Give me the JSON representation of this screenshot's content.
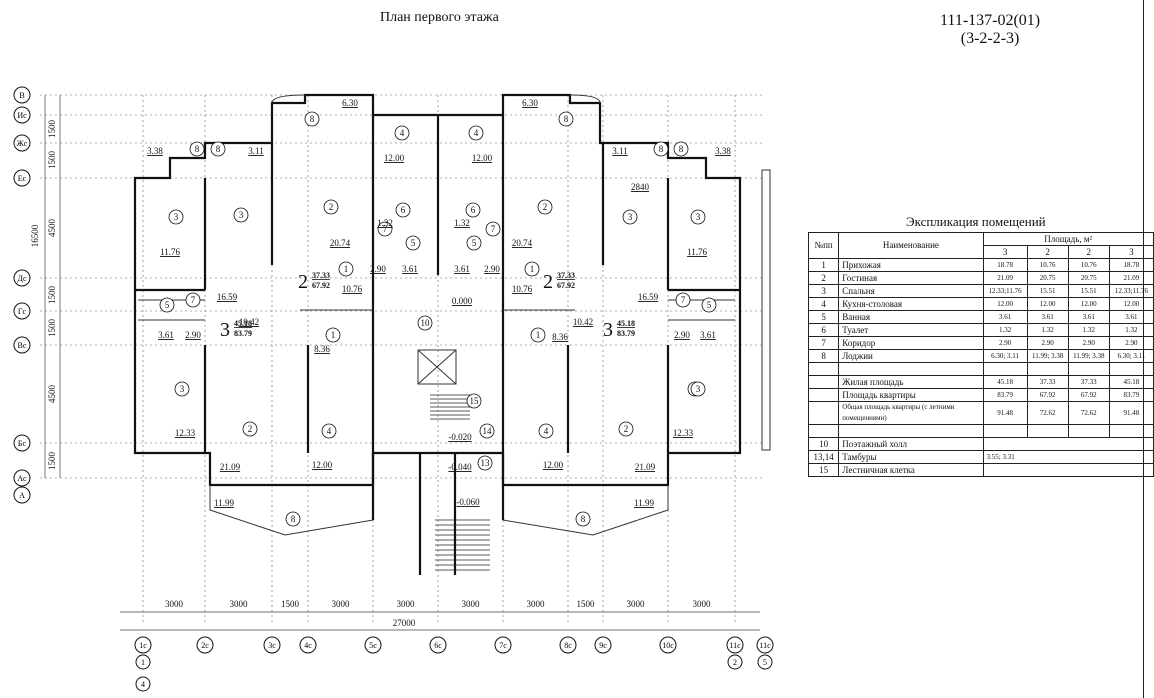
{
  "header": {
    "plan_title": "План первого этажа",
    "doc_code_line1": "111-137-02(01)",
    "doc_code_line2": "(3-2-2-3)"
  },
  "axes": {
    "rows": [
      "В",
      "Ис",
      "Жс",
      "Ес",
      "Дс",
      "Гс",
      "Вс",
      "Бс",
      "Ас",
      "А"
    ],
    "columns": [
      "1с",
      "2с",
      "3с",
      "4с",
      "5с",
      "6с",
      "7с",
      "8с",
      "9с",
      "10с",
      "11с",
      "11с"
    ],
    "column_extra": [
      "1",
      "4",
      "2",
      "5"
    ],
    "row_dims": [
      "1500",
      "1500",
      "4500",
      "1500",
      "1500",
      "4500",
      "1500"
    ],
    "row_total": "16500",
    "col_dims": [
      "3000",
      "3000",
      "1500",
      "3000",
      "3000",
      "3000",
      "3000",
      "1500",
      "3000",
      "3000"
    ],
    "col_total": "27000"
  },
  "plan_labels": {
    "room_numbers": [
      "8",
      "4",
      "4",
      "8",
      "8",
      "8",
      "8",
      "8",
      "3",
      "3",
      "2",
      "2",
      "3",
      "3",
      "6",
      "6",
      "7",
      "7",
      "7",
      "7",
      "5",
      "5",
      "1",
      "1",
      "5",
      "5",
      "10",
      "1",
      "1",
      "3",
      "3",
      "2",
      "4",
      "4",
      "2",
      "3",
      "15",
      "14",
      "13",
      "8",
      "8"
    ],
    "areas": [
      "6.30",
      "6.30",
      "3.38",
      "3.11",
      "3.11",
      "3.38",
      "12.00",
      "12.00",
      "2840",
      "11.76",
      "20.74",
      "20.74",
      "11.76",
      "1.32",
      "1.32",
      "3.61",
      "3.61",
      "2.90",
      "2.90",
      "10.76",
      "10.76",
      "16.59",
      "16.59",
      "0.000",
      "3.61",
      "3.61",
      "2.90",
      "2.90",
      "10.42",
      "10.42",
      "8.36",
      "8.36",
      "12.33",
      "12.33",
      "12.00",
      "12.00",
      "21.09",
      "21.09",
      "11.99",
      "11.99",
      "-0.020",
      "-0.040",
      "-0.060"
    ],
    "apartments": [
      {
        "rooms": "2",
        "living": "37.33",
        "total": "67.92"
      },
      {
        "rooms": "2",
        "living": "37.33",
        "total": "67.92"
      },
      {
        "rooms": "3",
        "living": "45.18",
        "total": "83.79"
      },
      {
        "rooms": "3",
        "living": "45.18",
        "total": "83.79"
      }
    ]
  },
  "explication": {
    "title": "Экспликация помещений",
    "head_num": "№пп",
    "head_name": "Наименование",
    "head_area": "Площадь, м²",
    "apt_types": [
      "3",
      "2",
      "2",
      "3"
    ],
    "rows": [
      {
        "n": "1",
        "name": "Прихожая",
        "v": [
          "18.78",
          "10.76",
          "10.76",
          "18.78"
        ]
      },
      {
        "n": "2",
        "name": "Гостиная",
        "v": [
          "21.09",
          "20.75",
          "20.75",
          "21.09"
        ]
      },
      {
        "n": "3",
        "name": "Спальня",
        "v": [
          "12.33;11.76",
          "15.51",
          "15.51",
          "12.33;11.76"
        ]
      },
      {
        "n": "4",
        "name": "Кухня-столовая",
        "v": [
          "12.00",
          "12.00",
          "12.00",
          "12.00"
        ]
      },
      {
        "n": "5",
        "name": "Ванная",
        "v": [
          "3.61",
          "3.61",
          "3.61",
          "3.61"
        ]
      },
      {
        "n": "6",
        "name": "Туалет",
        "v": [
          "1.32",
          "1.32",
          "1.32",
          "1.32"
        ]
      },
      {
        "n": "7",
        "name": "Коридор",
        "v": [
          "2.90",
          "2.90",
          "2.90",
          "2.90"
        ]
      },
      {
        "n": "8",
        "name": "Лоджии",
        "v": [
          "6.30; 3.11",
          "11.99; 3.38",
          "11.99; 3.38",
          "6.30; 3.11"
        ]
      }
    ],
    "summary": [
      {
        "name": "Жилая площадь",
        "v": [
          "45.18",
          "37.33",
          "37.33",
          "45.18"
        ]
      },
      {
        "name": "Площадь квартиры",
        "v": [
          "83.79",
          "67.92",
          "67.92",
          "83.79"
        ]
      },
      {
        "name": "Общая площадь квартиры (с летними помещениями)",
        "v": [
          "91.48",
          "72.62",
          "72.62",
          "91.48"
        ]
      }
    ],
    "common": [
      {
        "n": "10",
        "name": "Поэтажный холл",
        "v": ""
      },
      {
        "n": "13,14",
        "name": "Тамбуры",
        "v": "3.55; 3.31"
      },
      {
        "n": "15",
        "name": "Лестничная клетка",
        "v": ""
      }
    ]
  }
}
